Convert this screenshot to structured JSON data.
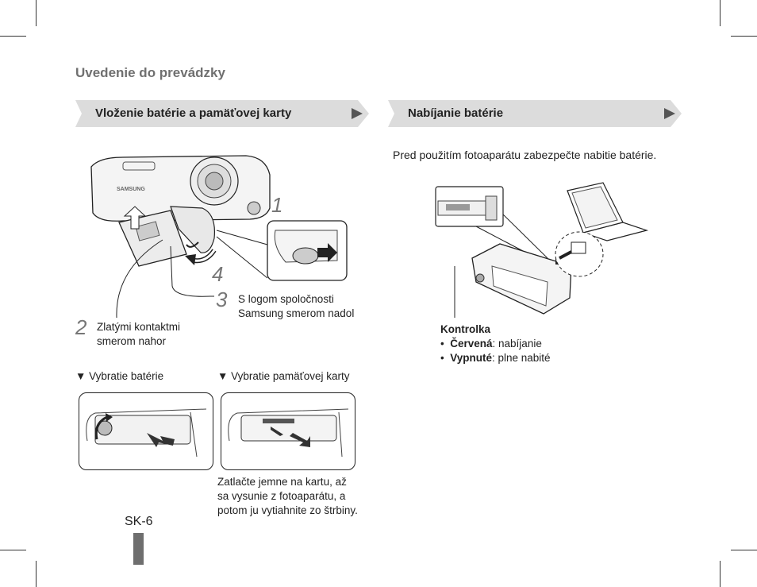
{
  "header": {
    "title": "Uvedenie do prevádzky"
  },
  "left_section": {
    "banner": "Vloženie batérie a pamäťovej karty",
    "steps": [
      {
        "number": "1"
      },
      {
        "number": "2",
        "text_line1": "Zlatými kontaktmi",
        "text_line2": "smerom nahor"
      },
      {
        "number": "3",
        "text_line1": "S logom spoločnosti",
        "text_line2": "Samsung smerom nadol"
      },
      {
        "number": "4"
      }
    ],
    "camera_brand": "SAMSUNG",
    "remove_battery_label": "▼ Vybratie batérie",
    "remove_card_label": "▼ Vybratie pamäťovej karty",
    "remove_card_text": [
      "Zatlačte jemne na kartu, až",
      "sa vysunie z fotoaparátu, a",
      "potom ju vytiahnite zo štrbiny."
    ]
  },
  "right_section": {
    "banner": "Nabíjanie batérie",
    "intro": "Pred použitím fotoaparátu zabezpečte nabitie batérie.",
    "indicator_title": "Kontrolka",
    "indicator_items": [
      {
        "term": "Červená",
        "desc": ": nabíjanie"
      },
      {
        "term": "Vypnuté",
        "desc": ": plne nabité"
      }
    ]
  },
  "footer": {
    "page_number": "SK-6"
  }
}
